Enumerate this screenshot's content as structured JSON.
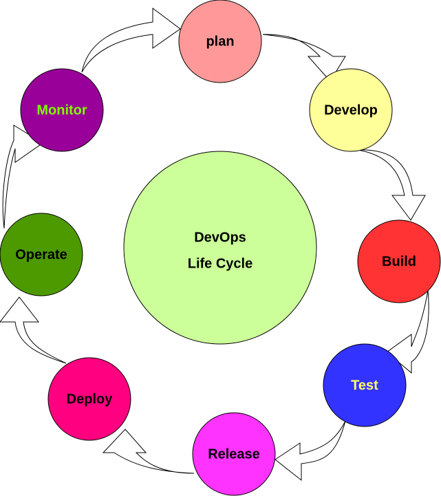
{
  "center": {
    "line1": "DevOps",
    "line2": "Life Cycle",
    "fill": "#ccff99"
  },
  "stages": [
    {
      "label": "plan",
      "fill": "#ff9999",
      "text_color": "#000000"
    },
    {
      "label": "Develop",
      "fill": "#ffff99",
      "text_color": "#000000"
    },
    {
      "label": "Build",
      "fill": "#ff3333",
      "text_color": "#000000"
    },
    {
      "label": "Test",
      "fill": "#3333ff",
      "text_color": "#ffff66"
    },
    {
      "label": "Release",
      "fill": "#ff33ff",
      "text_color": "#000000"
    },
    {
      "label": "Deploy",
      "fill": "#ff0080",
      "text_color": "#000000"
    },
    {
      "label": "Operate",
      "fill": "#4d9900",
      "text_color": "#000000"
    },
    {
      "label": "Monitor",
      "fill": "#990099",
      "text_color": "#80ff00"
    }
  ]
}
